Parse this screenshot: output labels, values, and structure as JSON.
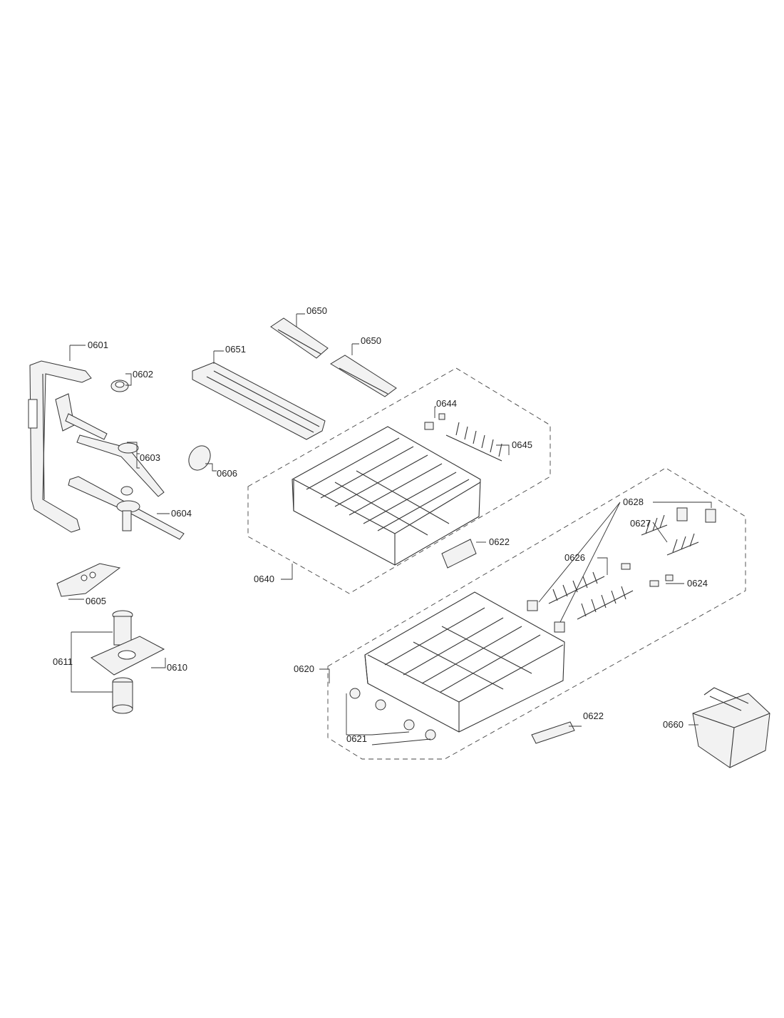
{
  "diagram": {
    "callouts": {
      "c0601": "0601",
      "c0602": "0602",
      "c0603": "0603",
      "c0604": "0604",
      "c0605": "0605",
      "c0606": "0606",
      "c0610": "0610",
      "c0611": "0611",
      "c0620": "0620",
      "c0621": "0621",
      "c0622a": "0622",
      "c0622b": "0622",
      "c0624": "0624",
      "c0626": "0626",
      "c0627": "0627",
      "c0628": "0628",
      "c0640": "0640",
      "c0644": "0644",
      "c0645": "0645",
      "c0650a": "0650",
      "c0650b": "0650",
      "c0651": "0651",
      "c0660": "0660"
    }
  }
}
